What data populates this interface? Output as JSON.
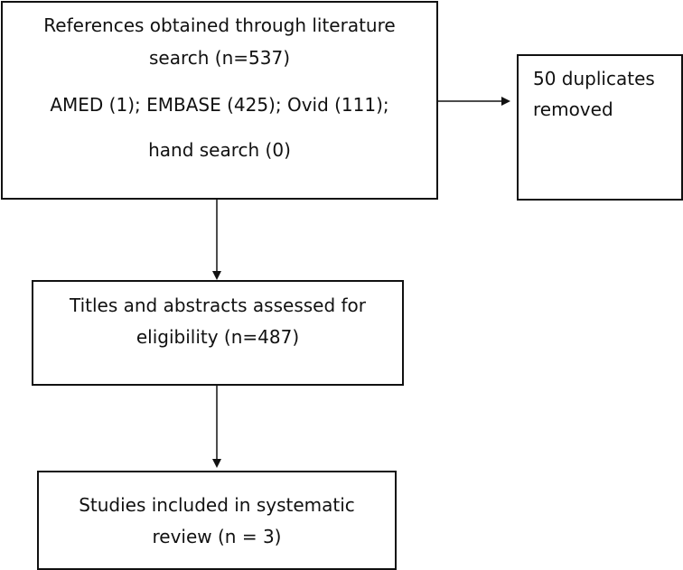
{
  "flowchart": {
    "search_box": {
      "line1": "References obtained through literature",
      "line2": "search (n=537)",
      "line3": "AMED (1); EMBASE (425); Ovid (111);",
      "line4": "hand search (0)"
    },
    "duplicates_box": {
      "line1": "50 duplicates",
      "line2": "removed"
    },
    "screening_box": {
      "line1": "Titles and abstracts assessed for",
      "line2": "eligibility (n=487)"
    },
    "included_box": {
      "line1": "Studies included in systematic",
      "line2": "review (n = 3)"
    }
  }
}
